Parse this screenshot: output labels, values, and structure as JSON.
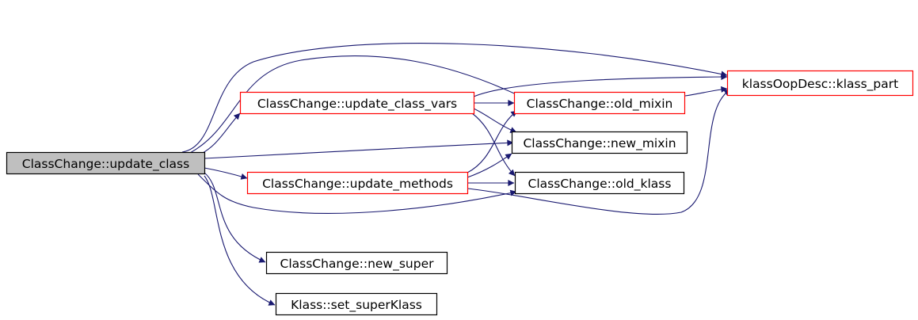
{
  "colors": {
    "edge": "#191970",
    "box_default": "#000000",
    "box_highlight": "#ff0000",
    "root_fill": "#bfbfbf",
    "fill": "#ffffff"
  },
  "nodes": {
    "update_class": {
      "label": "ClassChange::update_class",
      "style": "root"
    },
    "update_class_vars": {
      "label": "ClassChange::update_class_vars",
      "style": "red"
    },
    "update_methods": {
      "label": "ClassChange::update_methods",
      "style": "red"
    },
    "new_super": {
      "label": "ClassChange::new_super",
      "style": "black"
    },
    "set_superKlass": {
      "label": "Klass::set_superKlass",
      "style": "black"
    },
    "old_mixin": {
      "label": "ClassChange::old_mixin",
      "style": "red"
    },
    "new_mixin": {
      "label": "ClassChange::new_mixin",
      "style": "black"
    },
    "old_klass": {
      "label": "ClassChange::old_klass",
      "style": "black"
    },
    "klass_part": {
      "label": "klassOopDesc::klass_part",
      "style": "red"
    }
  },
  "edges": [
    {
      "from": "update_class",
      "to": "klass_part"
    },
    {
      "from": "update_class",
      "to": "old_mixin"
    },
    {
      "from": "update_class",
      "to": "update_class_vars"
    },
    {
      "from": "update_class",
      "to": "new_mixin"
    },
    {
      "from": "update_class",
      "to": "update_methods"
    },
    {
      "from": "update_class",
      "to": "old_klass"
    },
    {
      "from": "update_class",
      "to": "new_super"
    },
    {
      "from": "update_class",
      "to": "set_superKlass"
    },
    {
      "from": "update_class_vars",
      "to": "klass_part"
    },
    {
      "from": "update_class_vars",
      "to": "old_mixin"
    },
    {
      "from": "update_class_vars",
      "to": "new_mixin"
    },
    {
      "from": "update_class_vars",
      "to": "old_klass"
    },
    {
      "from": "update_methods",
      "to": "old_mixin"
    },
    {
      "from": "update_methods",
      "to": "new_mixin"
    },
    {
      "from": "update_methods",
      "to": "old_klass"
    },
    {
      "from": "update_methods",
      "to": "klass_part"
    },
    {
      "from": "old_mixin",
      "to": "klass_part"
    }
  ]
}
